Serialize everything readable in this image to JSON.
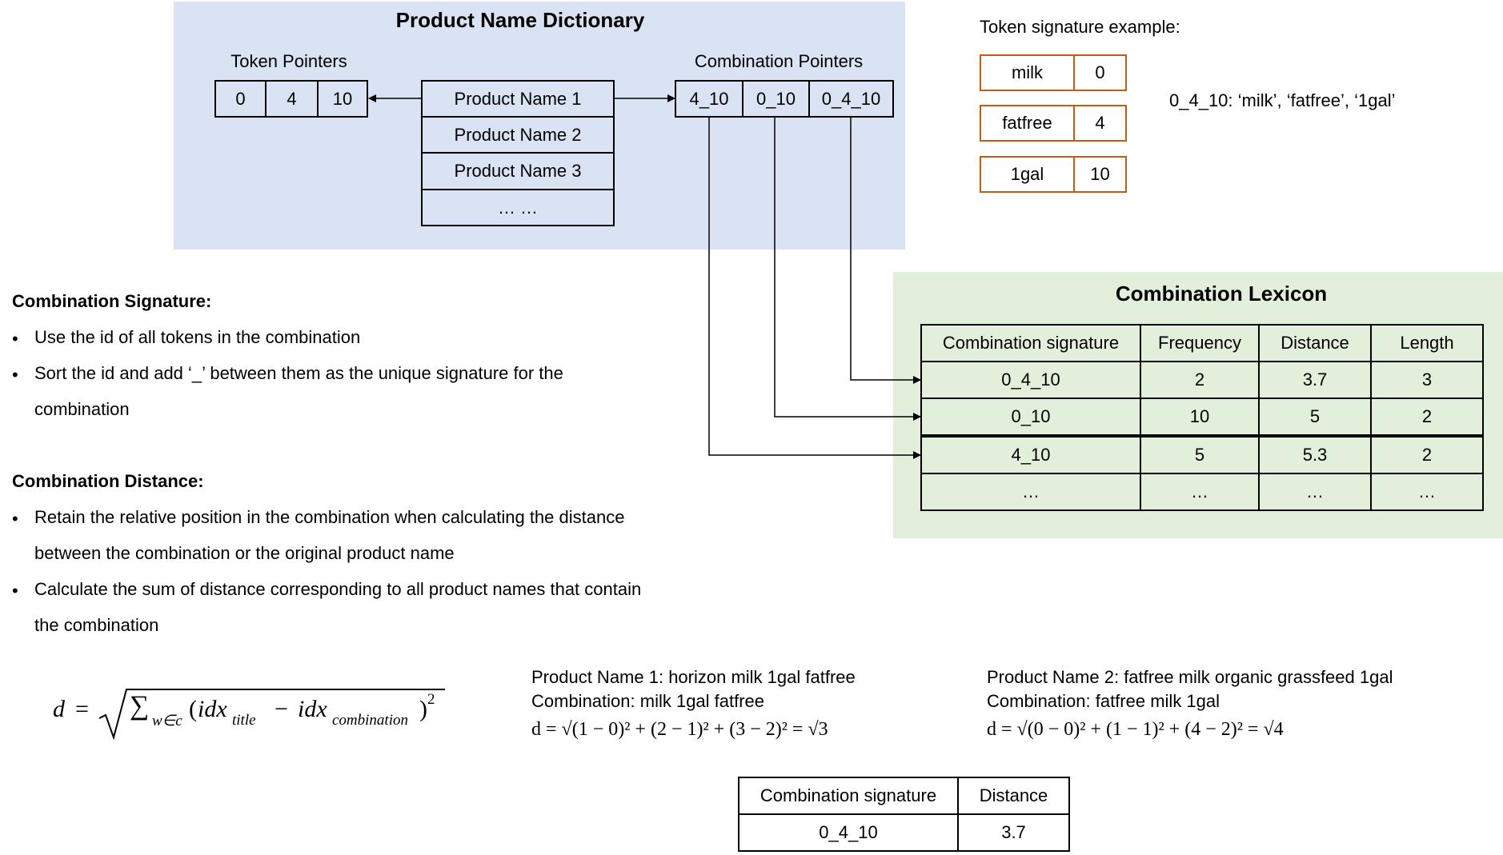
{
  "dictionary": {
    "title": "Product Name Dictionary",
    "token_pointers_label": "Token Pointers",
    "token_pointers": [
      "0",
      "4",
      "10"
    ],
    "combination_pointers_label": "Combination Pointers",
    "combination_pointers": [
      "4_10",
      "0_10",
      "0_4_10"
    ],
    "product_names": [
      "Product Name 1",
      "Product Name 2",
      "Product Name 3",
      "… …"
    ]
  },
  "token_signature": {
    "label": "Token signature example:",
    "rows": [
      {
        "token": "milk",
        "id": "0"
      },
      {
        "token": "fatfree",
        "id": "4"
      },
      {
        "token": "1gal",
        "id": "10"
      }
    ],
    "example": "0_4_10: ‘milk’, ‘fatfree’, ‘1gal’"
  },
  "lexicon": {
    "title": "Combination Lexicon",
    "headers": [
      "Combination signature",
      "Frequency",
      "Distance",
      "Length"
    ],
    "rows": [
      [
        "0_4_10",
        "2",
        "3.7",
        "3"
      ],
      [
        "0_10",
        "10",
        "5",
        "2"
      ],
      [
        "4_10",
        "5",
        "5.3",
        "2"
      ],
      [
        "…",
        "…",
        "…",
        "…"
      ]
    ]
  },
  "notes": {
    "signature_heading": "Combination Signature:",
    "signature_bullets": [
      "Use the id of all tokens in the combination",
      "Sort the id and add ‘_’ between them as the unique signature for the",
      "combination"
    ],
    "distance_heading": "Combination Distance:",
    "distance_bullets": [
      "Retain the relative position in the combination when calculating the distance",
      "between the combination or the original product name",
      "Calculate the sum of distance corresponding to all product names that contain",
      "the combination"
    ]
  },
  "formula": {
    "d": "d",
    "eq": "=",
    "sum": "∑",
    "sub": "w∈c",
    "idx1": "idx",
    "sub1": "title",
    "minus": "−",
    "idx2": "idx",
    "sub2": "combination",
    "power": "2"
  },
  "example1": {
    "name": "Product Name 1: horizon milk 1gal fatfree",
    "combination": "Combination: milk 1gal fatfree",
    "equation": "d = √(1 − 0)² + (2 − 1)² + (3 − 2)² = √3"
  },
  "example2": {
    "name": "Product Name 2: fatfree milk organic grassfeed 1gal",
    "combination": "Combination: fatfree milk 1gal",
    "equation": "d = √(0 − 0)² + (1 − 1)² + (4 − 2)² = √4"
  },
  "result_table": {
    "headers": [
      "Combination signature",
      "Distance"
    ],
    "row": [
      "0_4_10",
      "3.7"
    ]
  }
}
